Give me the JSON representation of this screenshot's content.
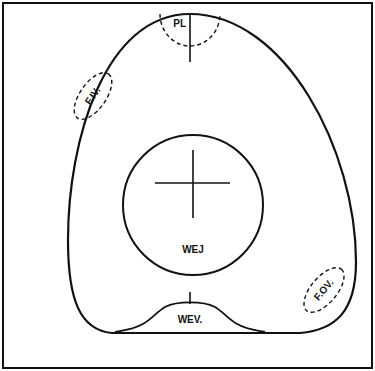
{
  "diagram": {
    "nodes": [
      {
        "text": [
          "PL"
        ]
      },
      {
        "text": [
          "F.IV."
        ]
      },
      {
        "text": [
          "WEJ"
        ]
      },
      {
        "text": [
          "WEV."
        ]
      },
      {
        "text": [
          "F.OV."
        ]
      }
    ]
  }
}
